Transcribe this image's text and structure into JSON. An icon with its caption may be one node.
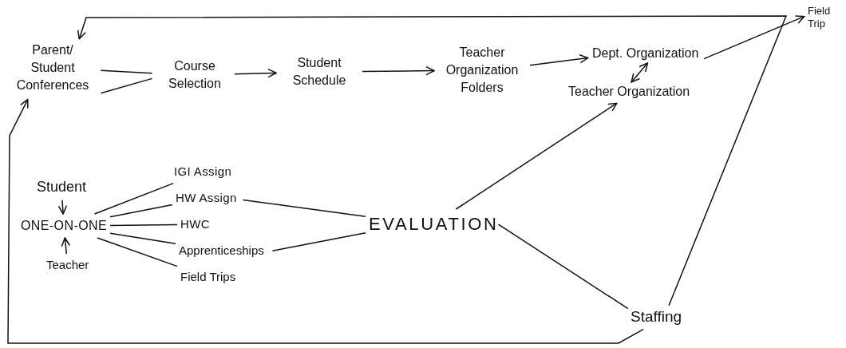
{
  "diagram": {
    "nodes": [
      {
        "text": [
          "Parent/ Student Conferences"
        ]
      },
      {
        "text": [
          "Course Selection"
        ]
      },
      {
        "text": [
          "Student Schedule"
        ]
      },
      {
        "text": [
          "Teacher Organization Folders"
        ]
      },
      {
        "text": [
          "Dept. Organization"
        ]
      },
      {
        "text": [
          "Teacher Organization"
        ]
      },
      {
        "text": [
          "Field Trip"
        ]
      },
      {
        "text": [
          "Student"
        ]
      },
      {
        "text": [
          "ONE-ON-ONE"
        ]
      },
      {
        "text": [
          "Teacher"
        ]
      },
      {
        "text": [
          "IGI Assign"
        ]
      },
      {
        "text": [
          "HW Assign"
        ]
      },
      {
        "text": [
          "HWC"
        ]
      },
      {
        "text": [
          "Apprenticeships"
        ]
      },
      {
        "text": [
          "Field Trips"
        ]
      },
      {
        "text": [
          "EVALUATION"
        ]
      },
      {
        "text": [
          "Staffing"
        ]
      }
    ],
    "edges": [
      {
        "from": 0,
        "to": 1,
        "arrow": "none"
      },
      {
        "from": 0,
        "to": 1,
        "arrow": "none"
      },
      {
        "from": 1,
        "to": 2,
        "arrow": "to"
      },
      {
        "from": 2,
        "to": 3,
        "arrow": "to"
      },
      {
        "from": 3,
        "to": 4,
        "arrow": "to"
      },
      {
        "from": 4,
        "to": 5,
        "arrow": "both"
      },
      {
        "from": 4,
        "to": 6,
        "arrow": "to"
      },
      {
        "from": 7,
        "to": 8,
        "arrow": "to"
      },
      {
        "from": 9,
        "to": 8,
        "arrow": "to"
      },
      {
        "from": 8,
        "to": 10,
        "arrow": "none"
      },
      {
        "from": 8,
        "to": 11,
        "arrow": "none"
      },
      {
        "from": 8,
        "to": 12,
        "arrow": "none"
      },
      {
        "from": 8,
        "to": 13,
        "arrow": "none"
      },
      {
        "from": 8,
        "to": 14,
        "arrow": "none"
      },
      {
        "from": 11,
        "to": 15,
        "arrow": "none"
      },
      {
        "from": 13,
        "to": 15,
        "arrow": "none"
      },
      {
        "from": 15,
        "to": 5,
        "arrow": "to"
      },
      {
        "from": 15,
        "to": 16,
        "arrow": "none"
      },
      {
        "from": 16,
        "to": 0,
        "arrow": "to"
      },
      {
        "from": 16,
        "to": 0,
        "arrow": "to"
      }
    ]
  }
}
